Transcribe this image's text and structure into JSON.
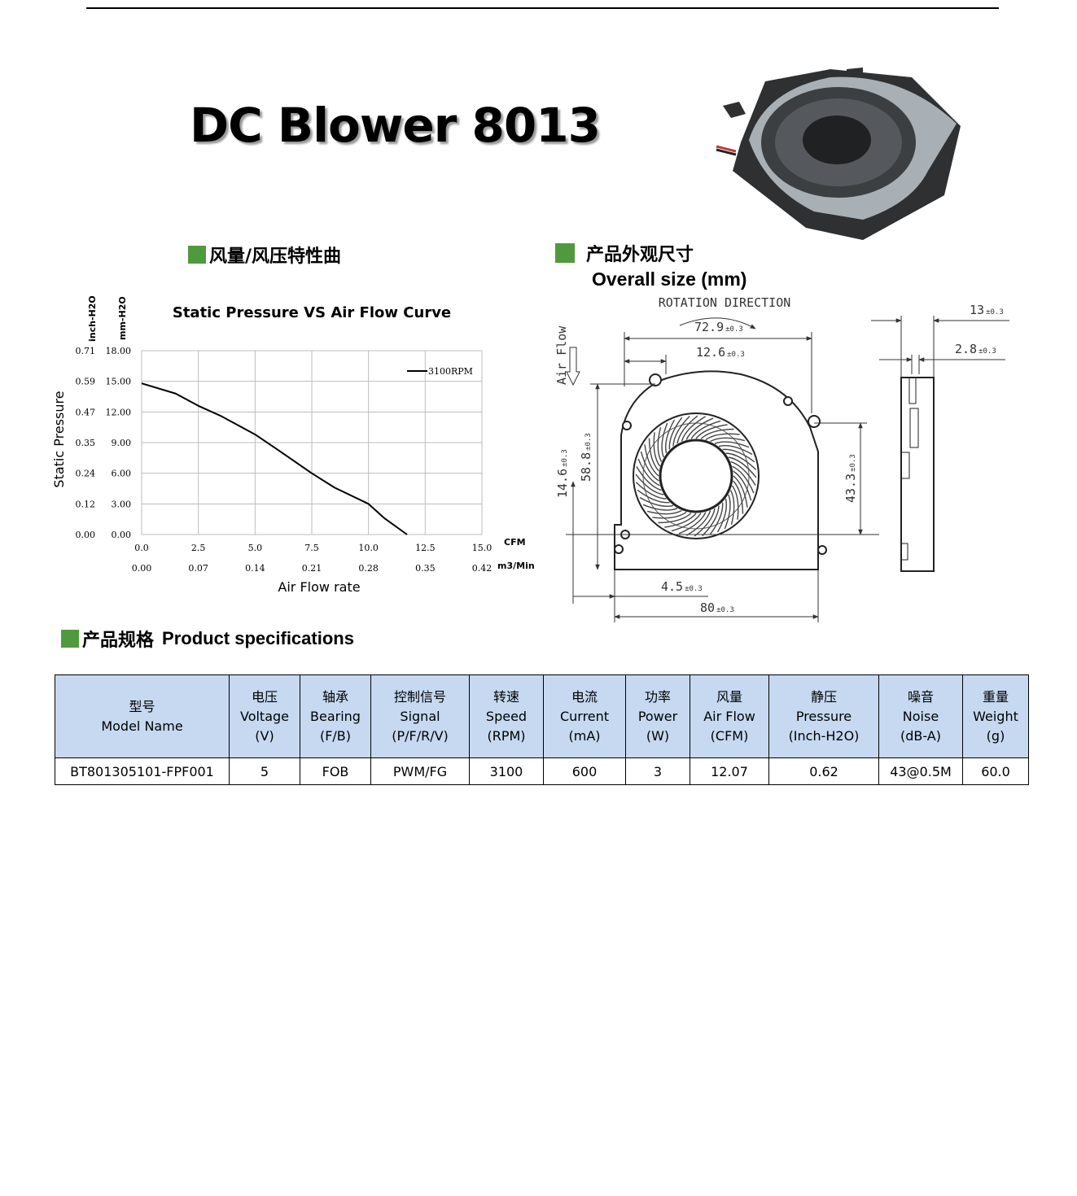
{
  "title": "DC Blower 8013",
  "sections": {
    "curve_heading": "风量/风压特性曲",
    "size_heading_cn": "产品外观尺寸",
    "size_heading_en": "Overall size (mm)",
    "spec_heading_cn": "产品规格",
    "spec_heading_en": "Product specifications"
  },
  "colors": {
    "section_marker": "#4f9a3c",
    "table_header_bg": "#c6d9f1"
  },
  "chart_data": {
    "type": "line",
    "title": "Static Pressure VS Air Flow Curve",
    "xlabel": "Air Flow rate",
    "ylabel": "Static Pressure",
    "x_unit_primary": "CFM",
    "x_unit_secondary": "m3/Min",
    "y_unit_left": "inch-H2O",
    "y_unit_right": "mm-H2O",
    "x_ticks": [
      "0.0",
      "2.5",
      "5.0",
      "7.5",
      "10.0",
      "12.5",
      "15.0"
    ],
    "x_ticks_secondary": [
      "0.00",
      "0.07",
      "0.14",
      "0.21",
      "0.28",
      "0.35",
      "0.42"
    ],
    "y_ticks_inch": [
      "0.00",
      "0.12",
      "0.24",
      "0.35",
      "0.47",
      "0.59",
      "0.71"
    ],
    "y_ticks_mm": [
      "0.00",
      "3.00",
      "6.00",
      "9.00",
      "12.00",
      "15.00",
      "18.00"
    ],
    "xlim": [
      0,
      15
    ],
    "ylim": [
      0,
      18
    ],
    "grid": true,
    "legend": "top-right",
    "series": [
      {
        "name": "3100RPM",
        "x": [
          0,
          1.5,
          2.5,
          3.5,
          5.0,
          6.0,
          7.5,
          8.5,
          10.0,
          10.7,
          11.7
        ],
        "y": [
          14.8,
          13.8,
          12.6,
          11.6,
          9.8,
          8.3,
          6.0,
          4.6,
          3.0,
          1.6,
          0.0
        ]
      }
    ]
  },
  "dimensions": {
    "rotation_label": "ROTATION DIRECTION",
    "airflow_label": "Air Flow",
    "d_72_9": "72.9",
    "d_12_6": "12.6",
    "d_58_8": "58.8",
    "d_14_6": "14.6",
    "d_43_3": "43.3",
    "d_4_5": "4.5",
    "d_80": "80",
    "d_13": "13",
    "d_2_8": "2.8",
    "tol": "±0.3"
  },
  "spec_table": {
    "headers": [
      [
        "型号",
        "Model Name"
      ],
      [
        "电压",
        "Voltage",
        "(V)"
      ],
      [
        "轴承",
        "Bearing",
        "(F/B)"
      ],
      [
        "控制信号",
        "Signal",
        "(P/F/R/V)"
      ],
      [
        "转速",
        "Speed",
        "(RPM)"
      ],
      [
        "电流",
        "Current",
        "(mA)"
      ],
      [
        "功率",
        "Power",
        "(W)"
      ],
      [
        "风量",
        "Air Flow",
        "(CFM)"
      ],
      [
        "静压",
        "Pressure",
        "(Inch-H2O)"
      ],
      [
        "噪音",
        "Noise",
        "(dB-A)"
      ],
      [
        "重量",
        "Weight",
        "(g)"
      ]
    ],
    "rows": [
      [
        "BT801305101-FPF001",
        "5",
        "FOB",
        "PWM/FG",
        "3100",
        "600",
        "3",
        "12.07",
        "0.62",
        "43@0.5M",
        "60.0"
      ]
    ]
  }
}
